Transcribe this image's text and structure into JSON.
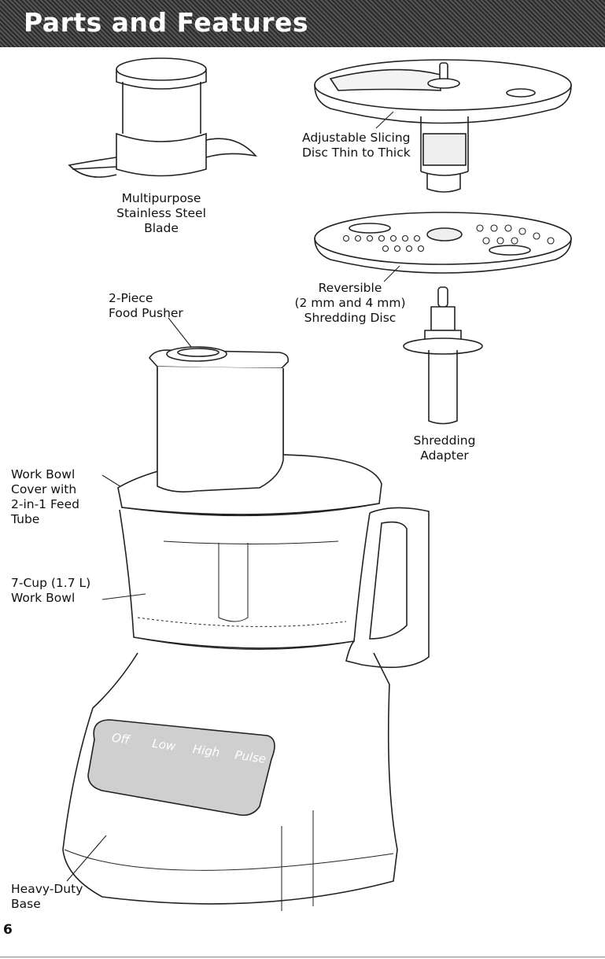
{
  "header": {
    "title": "Parts and Features"
  },
  "labels": {
    "blade": [
      "Multipurpose",
      "Stainless Steel",
      "Blade"
    ],
    "slicing_disc": [
      "Adjustable Slicing",
      "Disc Thin to Thick"
    ],
    "shredding_disc": [
      "Reversible",
      "(2 mm and 4 mm)",
      "Shredding Disc"
    ],
    "food_pusher": [
      "2-Piece",
      "Food Pusher"
    ],
    "shredding_adapter": [
      "Shredding",
      "Adapter"
    ],
    "work_bowl_cover": [
      "Work Bowl",
      "Cover with",
      "2-in-1 Feed",
      "Tube"
    ],
    "work_bowl": [
      "7-Cup (1.7 L)",
      "Work Bowl"
    ],
    "base": [
      "Heavy-Duty",
      "Base"
    ]
  },
  "control_panel": [
    "Off",
    "Low",
    "High",
    "Pulse"
  ],
  "page_number": "6"
}
